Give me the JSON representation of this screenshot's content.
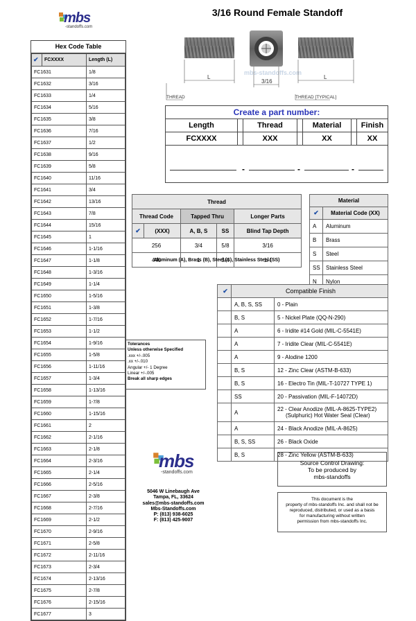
{
  "title": "3/16 Round Female Standoff",
  "logo": {
    "word": "mbs",
    "sub": "-standoffs.com"
  },
  "hex_table": {
    "title": "Hex Code Table",
    "col_code": "FCXXXX",
    "col_length": "Length (L)",
    "rows": [
      [
        "FC1631",
        "1/8"
      ],
      [
        "FC1632",
        "3/16"
      ],
      [
        "FC1633",
        "1/4"
      ],
      [
        "FC1634",
        "5/16"
      ],
      [
        "FC1635",
        "3/8"
      ],
      [
        "FC1636",
        "7/16"
      ],
      [
        "FC1637",
        "1/2"
      ],
      [
        "FC1638",
        "9/16"
      ],
      [
        "FC1639",
        "5/8"
      ],
      [
        "FC1640",
        "11/16"
      ],
      [
        "FC1641",
        "3/4"
      ],
      [
        "FC1642",
        "13/16"
      ],
      [
        "FC1643",
        "7/8"
      ],
      [
        "FC1644",
        "15/16"
      ],
      [
        "FC1645",
        "1"
      ],
      [
        "FC1646",
        "1-1/16"
      ],
      [
        "FC1647",
        "1-1/8"
      ],
      [
        "FC1648",
        "1-3/16"
      ],
      [
        "FC1649",
        "1-1/4"
      ],
      [
        "FC1650",
        "1-5/16"
      ],
      [
        "FC1651",
        "1-3/8"
      ],
      [
        "FC1652",
        "1-7/16"
      ],
      [
        "FC1653",
        "1-1/2"
      ],
      [
        "FC1654",
        "1-9/16"
      ],
      [
        "FC1655",
        "1-5/8"
      ],
      [
        "FC1656",
        "1-11/16"
      ],
      [
        "FC1657",
        "1-3/4"
      ],
      [
        "FC1658",
        "1-13/16"
      ],
      [
        "FC1659",
        "1-7/8"
      ],
      [
        "FC1660",
        "1-15/16"
      ],
      [
        "FC1661",
        "2"
      ],
      [
        "FC1662",
        "2-1/16"
      ],
      [
        "FC1663",
        "2-1/8"
      ],
      [
        "FC1664",
        "2-3/16"
      ],
      [
        "FC1665",
        "2-1/4"
      ],
      [
        "FC1666",
        "2-5/16"
      ],
      [
        "FC1667",
        "2-3/8"
      ],
      [
        "FC1668",
        "2-7/16"
      ],
      [
        "FC1669",
        "2-1/2"
      ],
      [
        "FC1670",
        "2-9/16"
      ],
      [
        "FC1671",
        "2-5/8"
      ],
      [
        "FC1672",
        "2-11/16"
      ],
      [
        "FC1673",
        "2-3/4"
      ],
      [
        "FC1674",
        "2-13/16"
      ],
      [
        "FC1675",
        "2-7/8"
      ],
      [
        "FC1676",
        "2-15/16"
      ],
      [
        "FC1677",
        "3"
      ]
    ]
  },
  "drawing": {
    "dim_left": "L",
    "dim_mid": "3/16",
    "dim_right": "L",
    "thread_label": "THREAD",
    "thread_typical_label": "THREAD [TYPICAL]",
    "watermark": "mbs-standoffs.com"
  },
  "part_number": {
    "heading": "Create a part number:",
    "headers": [
      "Length",
      "Thread",
      "Material",
      "Finish"
    ],
    "values": [
      "FCXXXX",
      "XXX",
      "XX",
      "XX"
    ],
    "sep": "-"
  },
  "thread_table": {
    "title": "Thread",
    "thread_code": "Thread Code",
    "xxx": "(XXX)",
    "tapped_thru": "Tapped Thru",
    "abs": "A, B, S",
    "ss": "SS",
    "longer_parts": "Longer Parts",
    "blind_tap": "Blind Tap Depth",
    "rows": [
      [
        "256",
        "3/4",
        "5/8",
        "3/16"
      ],
      [
        "440",
        "1",
        "3/4",
        "1/4"
      ]
    ],
    "footnote": "Aluminum (A), Brass (B), Steel (S), Stainless Steel (SS)"
  },
  "material_table": {
    "title": "Material",
    "code_header": "Material Code (XX)",
    "rows": [
      [
        "A",
        "Aluminum"
      ],
      [
        "B",
        "Brass"
      ],
      [
        "S",
        "Steel"
      ],
      [
        "SS",
        "Stainless Steel"
      ],
      [
        "N",
        "Nylon"
      ]
    ]
  },
  "finish_table": {
    "title": "Compatible Finish",
    "rows": [
      [
        "A, B, S, SS",
        "0 -  Plain"
      ],
      [
        "B, S",
        "5 -  Nickel Plate (QQ-N-290)"
      ],
      [
        "A",
        "6 -  Iridite #14 Gold  (MIL-C-5541E)"
      ],
      [
        "A",
        "7 -  Iridite Clear  (MIL-C-5541E)"
      ],
      [
        "A",
        "9  -  Alodine 1200"
      ],
      [
        "B, S",
        "12 - Zinc Clear (ASTM-B-633)"
      ],
      [
        "B, S",
        "16 - Electro Tin (MIL-T-10727 TYPE 1)"
      ],
      [
        "SS",
        "20 - Passivation (MIL-F-14072D)"
      ],
      [
        "A",
        "22 - Clear Anodize (MIL-A-8625-TYPE2)"
      ],
      [
        "A",
        "24 - Black Anodize (MIL-A-8625)"
      ],
      [
        "B, S, SS",
        "26 - Black Oxide"
      ],
      [
        "B, S",
        "28 - Zinc Yellow (ASTM-B-633)"
      ]
    ],
    "row9_line2": "(Sulphuric) Hot Water Seal (Clear)"
  },
  "tolerances": {
    "title": "Tolerances",
    "subtitle": "Unless otherwise Specified",
    "lines": [
      ".xxx +/-.005",
      ".xx +/-.010",
      "Angular +/- 1 Degree",
      "Linear +/-.005"
    ],
    "footer": "Break all sharp edges"
  },
  "address": {
    "lines": [
      "5046 W Linebaugh Ave",
      "Tampa, FL, 33624",
      "sales@mbs-standoffs.com",
      "Mbs-Standoffs.com",
      "P: (813) 938-6025",
      "F: (813) 425-9007"
    ]
  },
  "source_box": {
    "lines": [
      "Source Control Drawing:",
      "To be produced by",
      "mbs-standoffs"
    ]
  },
  "notice_box": {
    "lines": [
      "This document is the",
      "property of mbs-standoffs Inc. and shall not be",
      "reproduced, distributed, or used as a basis",
      "for manufacturing without written",
      "permission from mbs-standoffs Inc."
    ]
  },
  "colors": {
    "accent": "#2a35b8",
    "logo": "#2b2e8c"
  }
}
